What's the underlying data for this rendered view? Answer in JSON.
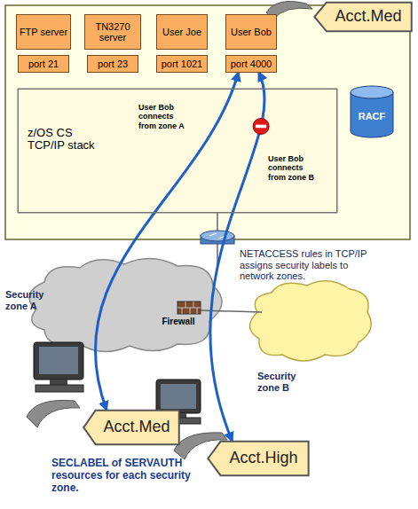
{
  "diagram": {
    "nodes": [
      {
        "text": [
          "FTP server"
        ]
      },
      {
        "text": [
          "port 21"
        ]
      },
      {
        "text": [
          "TN3270 server"
        ]
      },
      {
        "text": [
          "port 23"
        ]
      },
      {
        "text": [
          "User Joe"
        ]
      },
      {
        "text": [
          "port 1021"
        ]
      },
      {
        "text": [
          "User Bob"
        ]
      },
      {
        "text": [
          "port 4000"
        ]
      },
      {
        "text": [
          "Acct.Med"
        ]
      },
      {
        "text": [
          "RACF"
        ]
      },
      {
        "text": [
          "z/OS CS TCP/IP stack"
        ]
      },
      {
        "text": [
          "Acct.Med"
        ]
      },
      {
        "text": [
          "Acct.High"
        ]
      }
    ],
    "edges": [
      {
        "from": 7,
        "to": 11,
        "arrow": "both"
      },
      {
        "from": 7,
        "to": 12,
        "arrow": "both"
      }
    ],
    "labels": [
      "User Bob connects from zone A",
      "User Bob connects from zone B",
      "NETACCESS rules in TCP/IP assigns security labels to network zones.",
      "Security zone A",
      "Firewall",
      "Security zone B",
      "SECLABEL of SERVAUTH resources for each security zone."
    ]
  }
}
